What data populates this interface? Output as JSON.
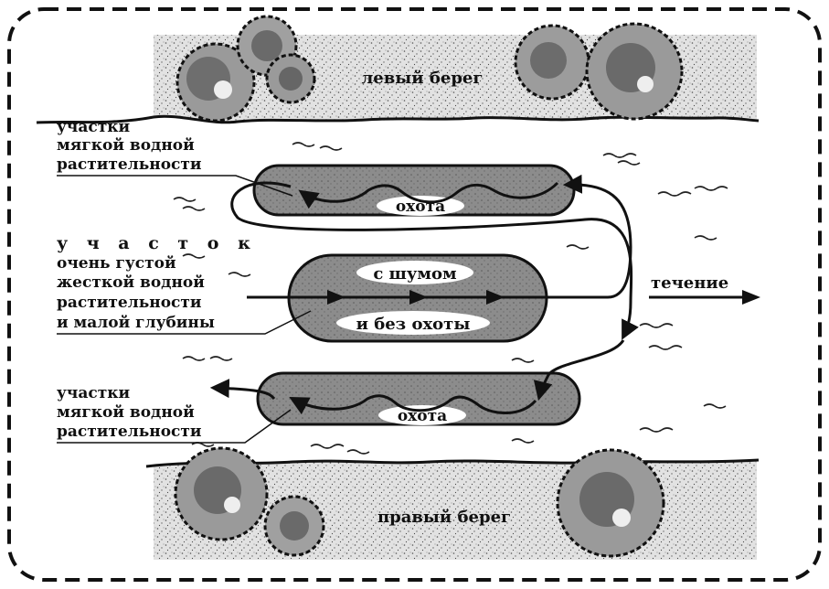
{
  "labels": {
    "left_bank": "левый берег",
    "right_bank": "правый берег",
    "current": "течение",
    "hunt_top": "охота",
    "hunt_bottom": "охота",
    "with_noise": "с шумом",
    "no_hunt": "и без охоты",
    "soft_top": [
      "участки",
      "мягкой водной",
      "растительности"
    ],
    "dense": [
      "у ч а с т о к",
      "очень густой",
      "жесткой водной",
      "растительности",
      "и малой глубины"
    ],
    "soft_bottom": [
      "участки",
      "мягкой водной",
      "растительности"
    ]
  },
  "colors": {
    "ink": "#111111",
    "bank_fill": "#d9d9d9",
    "patch_fill": "#8f8f8f",
    "bush_fill": "#9a9a9a"
  },
  "icons": [
    "bush-icon",
    "arrow-head-icon",
    "water-ripple-icon"
  ]
}
